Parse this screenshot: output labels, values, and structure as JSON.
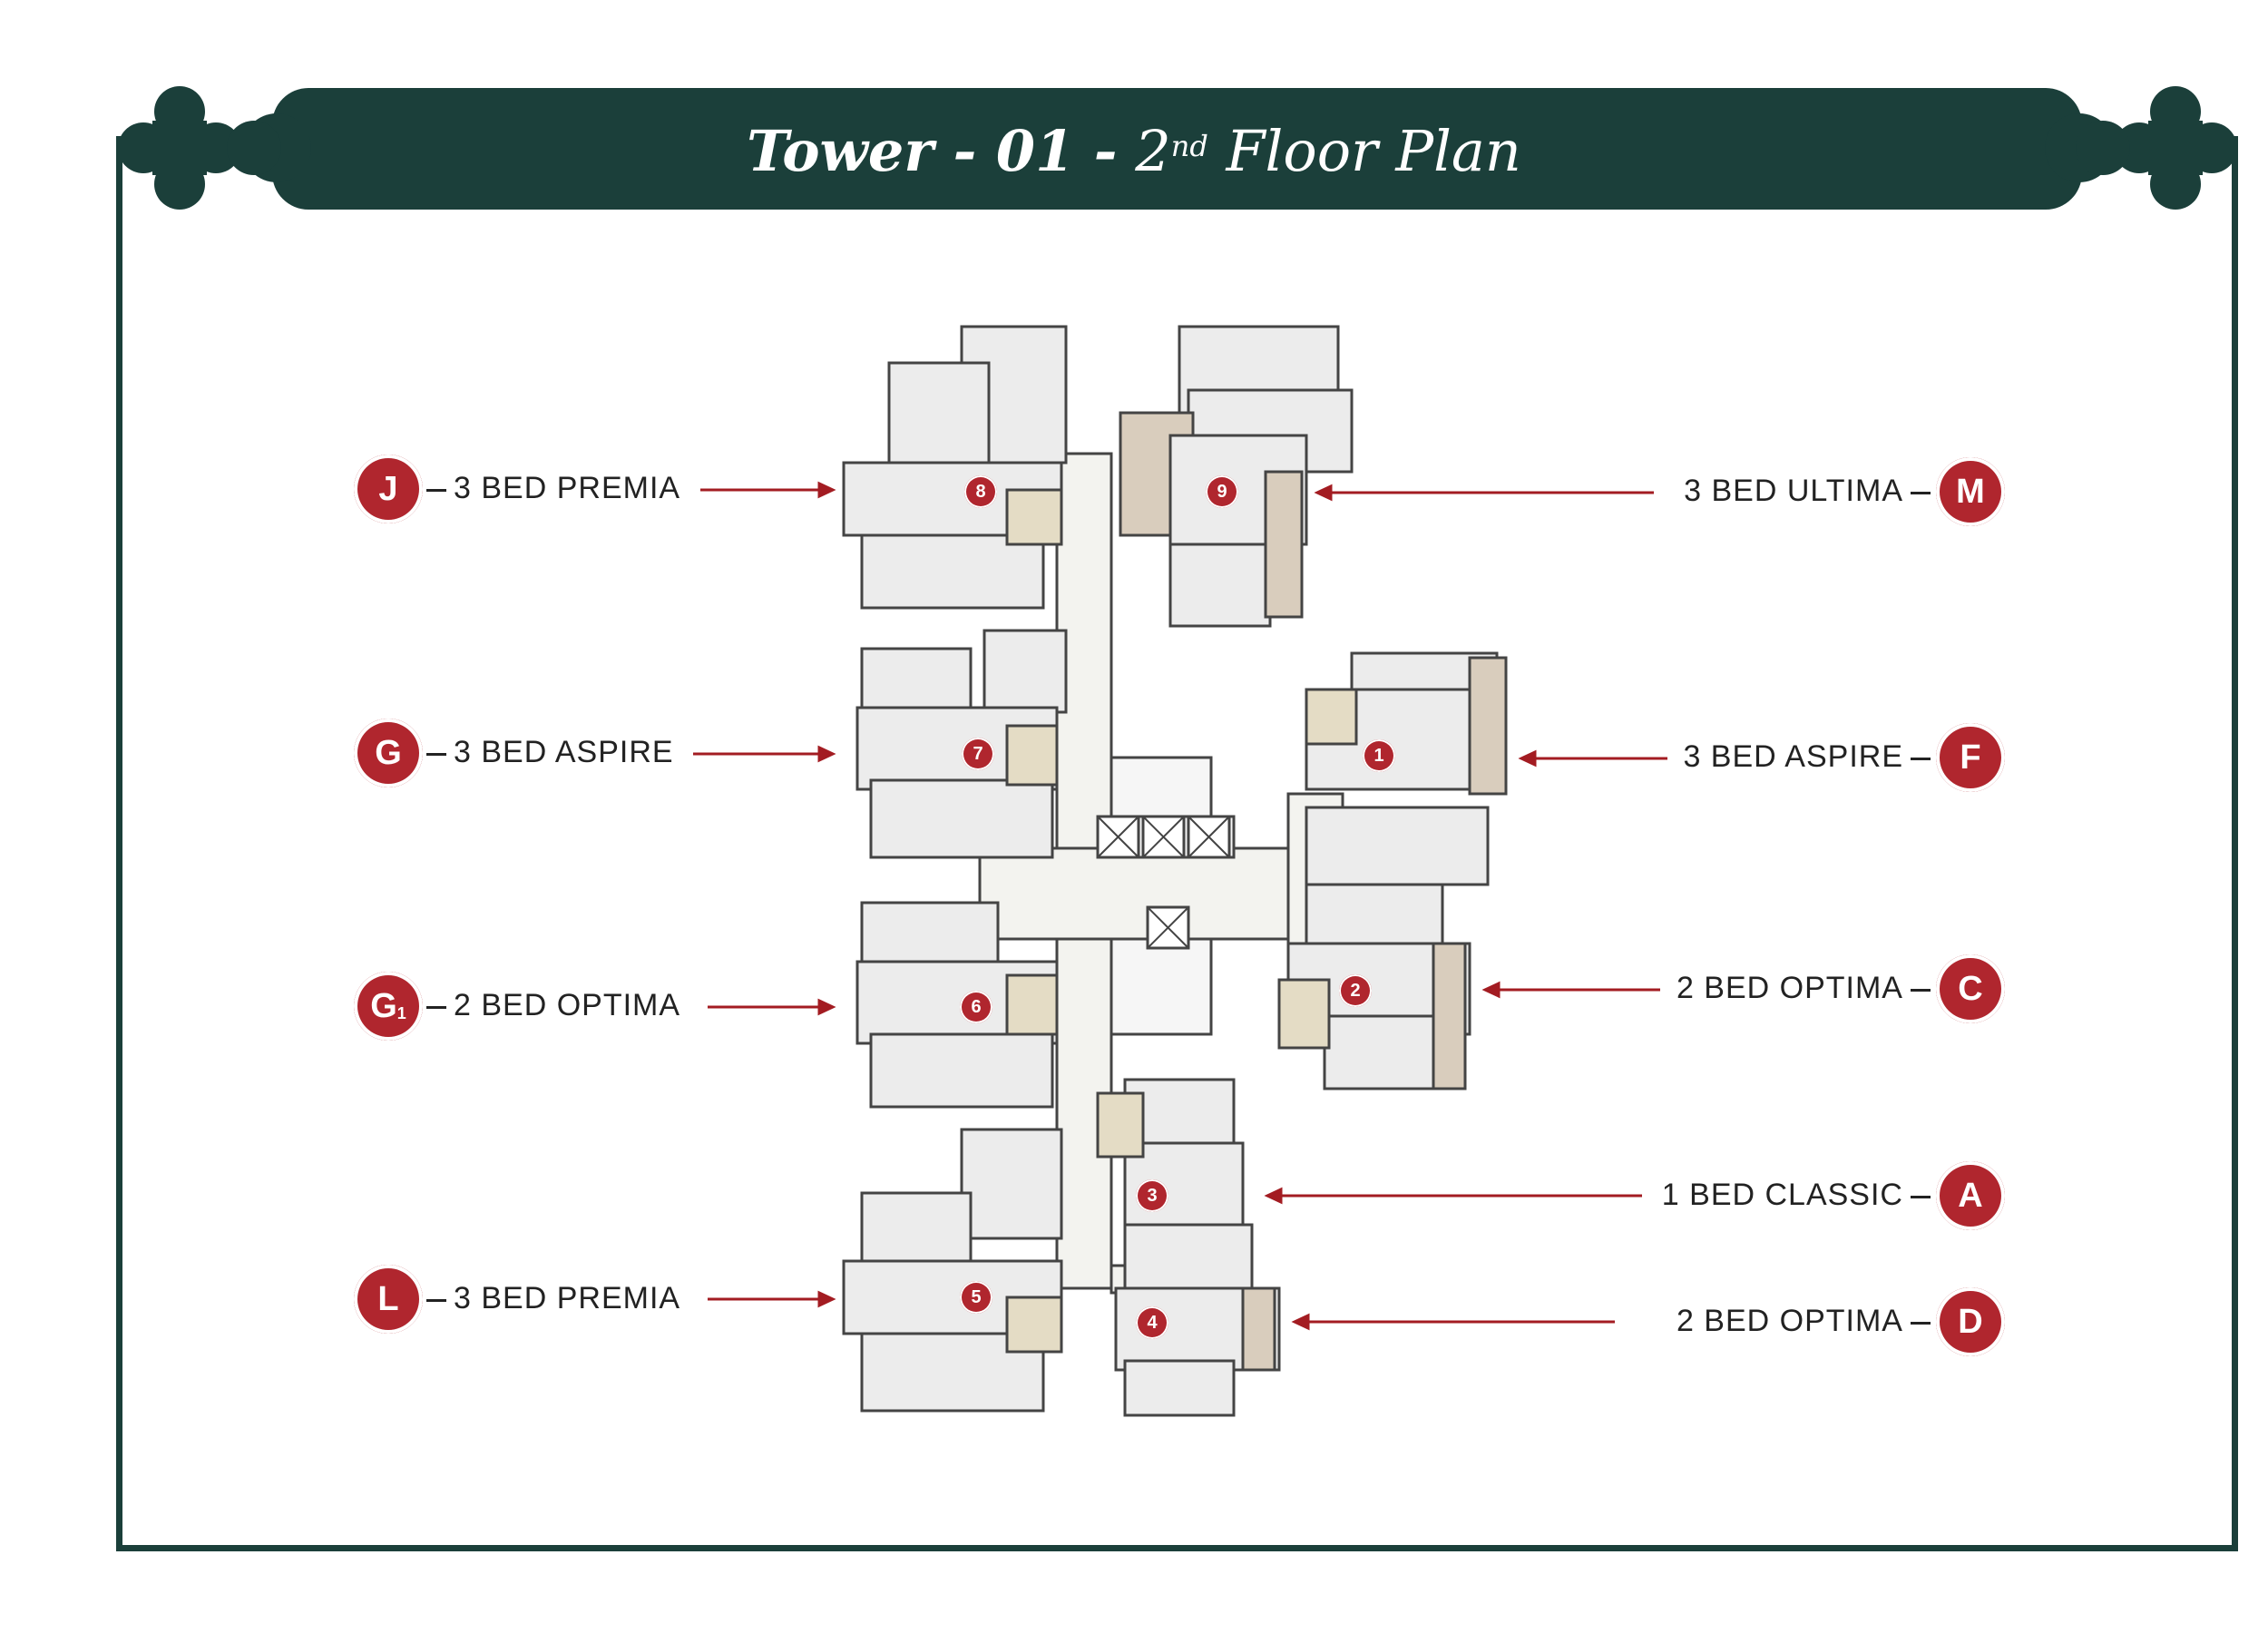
{
  "title": {
    "part1": "Tower - 01 -",
    "floor_num": "2",
    "floor_sup": "nd",
    "part2": "Floor Plan"
  },
  "colors": {
    "frame": "#1b3f3a",
    "badge": "#b0262e",
    "arrow": "#a31c22"
  },
  "units": {
    "J": {
      "code": "J",
      "label": "3 BED PREMIA",
      "flat": "8"
    },
    "G": {
      "code": "G",
      "label": "3 BED ASPIRE",
      "flat": "7"
    },
    "G1": {
      "code": "G",
      "sub": "1",
      "label": "2 BED OPTIMA",
      "flat": "6"
    },
    "L": {
      "code": "L",
      "label": "3 BED PREMIA",
      "flat": "5"
    },
    "M": {
      "code": "M",
      "label": "3 BED ULTIMA",
      "flat": "9"
    },
    "F": {
      "code": "F",
      "label": "3 BED ASPIRE",
      "flat": "1"
    },
    "C": {
      "code": "C",
      "label": "2 BED OPTIMA",
      "flat": "2"
    },
    "A": {
      "code": "A",
      "label": "1 BED CLASSIC",
      "flat": "3"
    },
    "D": {
      "code": "D",
      "label": "2 BED OPTIMA",
      "flat": "4"
    }
  }
}
